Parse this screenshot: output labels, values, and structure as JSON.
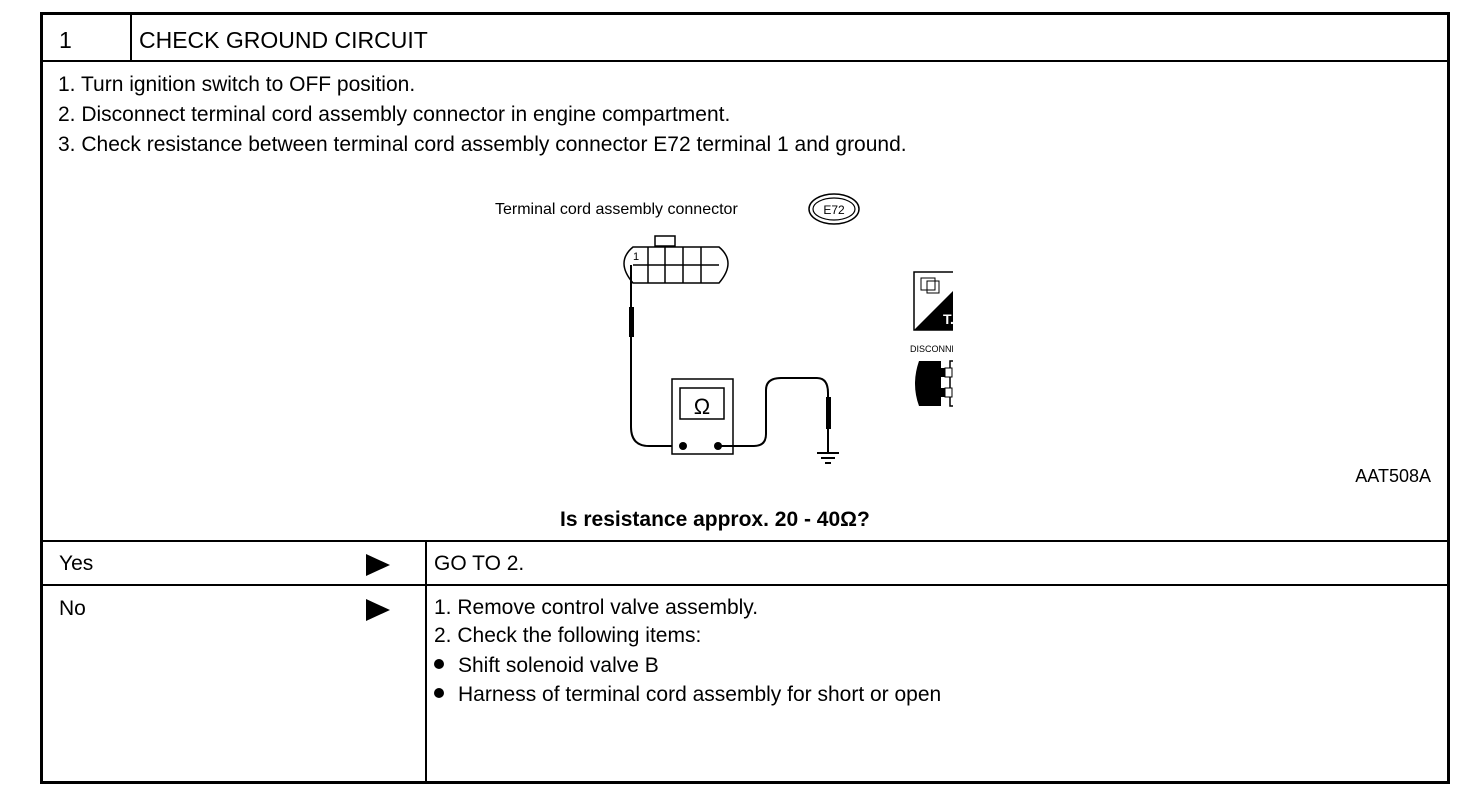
{
  "header": {
    "step_number": "1",
    "title": "CHECK GROUND CIRCUIT"
  },
  "instructions": [
    "1.  Turn ignition switch to OFF position.",
    "2.  Disconnect terminal cord assembly connector in engine compartment.",
    "3.  Check resistance between terminal cord assembly connector E72 terminal 1 and ground."
  ],
  "diagram": {
    "connector_label": "Terminal cord assembly connector",
    "connector_code": "E72",
    "terminal_number": "1",
    "meter_symbol": "Ω",
    "ts_label": "T.S.",
    "disconnect_label": "DISCONNECT",
    "figure_code": "AAT508A"
  },
  "question": "Is resistance approx. 20 - 40Ω?",
  "results": {
    "yes": {
      "label": "Yes",
      "action": "GO TO 2."
    },
    "no": {
      "label": "No",
      "steps": [
        "1.  Remove control valve assembly.",
        "2.  Check the following items:"
      ],
      "bullets": [
        "Shift solenoid valve B",
        "Harness of terminal cord assembly for short or open"
      ]
    }
  }
}
